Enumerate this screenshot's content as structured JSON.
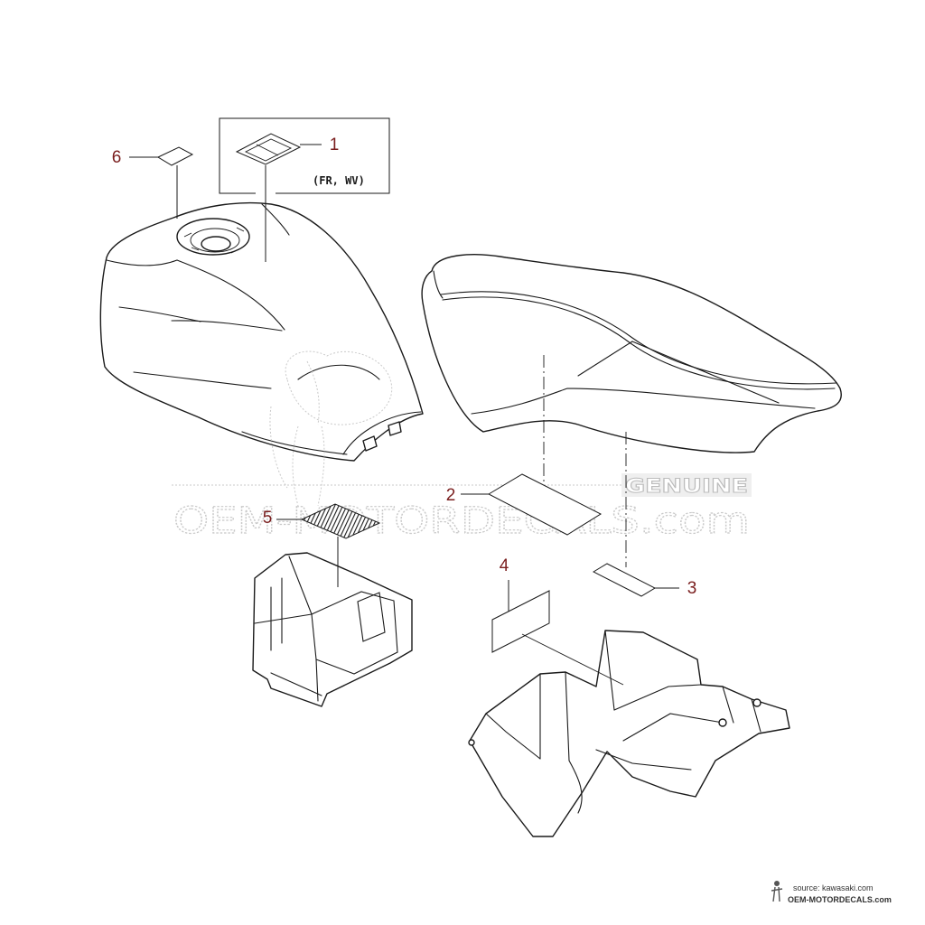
{
  "callouts": [
    {
      "label": "1"
    },
    {
      "label": "2"
    },
    {
      "label": "3"
    },
    {
      "label": "4"
    },
    {
      "label": "5"
    },
    {
      "label": "6"
    }
  ],
  "variant_note": "(FR, WV)",
  "watermark": {
    "badge": "GENUINE",
    "site": "OEM-MOTORDECALS.com"
  },
  "credit": {
    "source": "source: kawasaki.com",
    "site": "OEM-MOTORDECALS.com",
    "icon": "rider-logo-icon"
  },
  "colors": {
    "callout": "#7a1e1e",
    "line": "#1a1a1a",
    "watermark": "#c4c4c4"
  }
}
